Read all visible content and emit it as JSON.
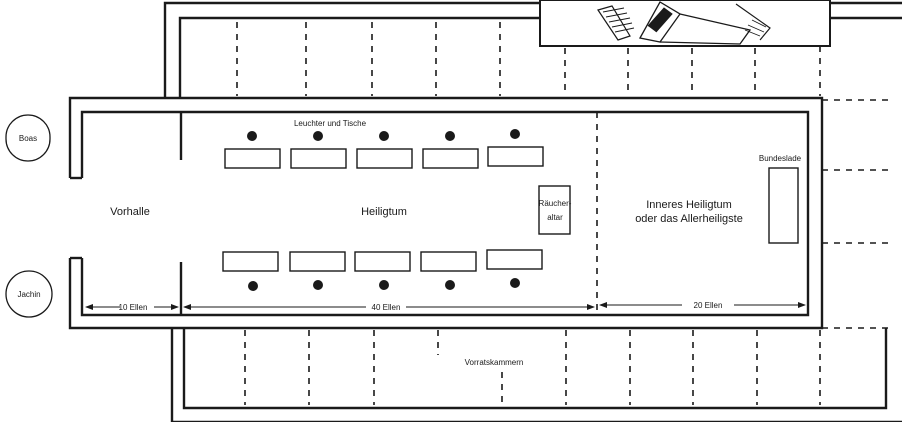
{
  "labels": {
    "boas": "Boas",
    "jachin": "Jachin",
    "vorhalle": "Vorhalle",
    "heiligtum": "Heiligtum",
    "leuchter": "Leuchter und Tische",
    "raeucher_line1": "Räucher-",
    "raeucher_line2": "altar",
    "inneres_line1": "Inneres Heiligtum",
    "inneres_line2": "oder das Allerheiligste",
    "bundeslade": "Bundeslade",
    "vorratskammern": "Vorratskammern"
  },
  "dimensions": {
    "vorhalle": "10 Ellen",
    "heiligtum": "40 Ellen",
    "allerheiligste": "20 Ellen"
  },
  "illustration": "staircase-sketch"
}
